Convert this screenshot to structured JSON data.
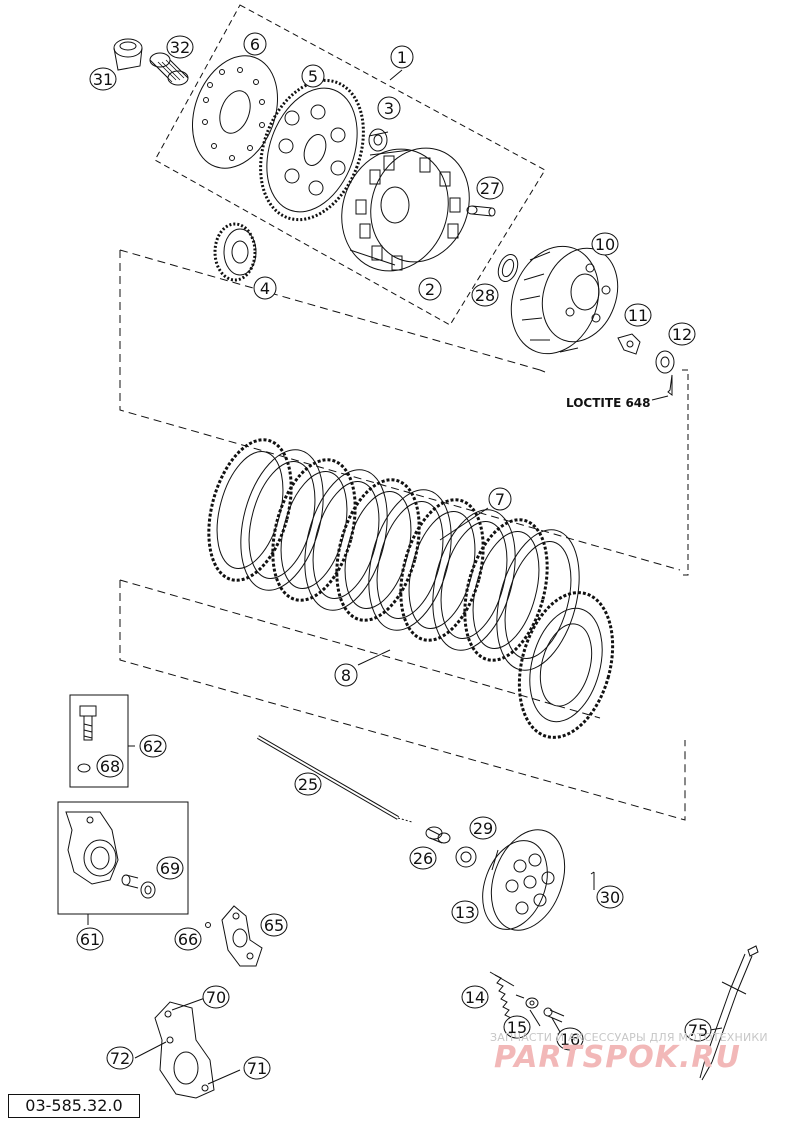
{
  "diagram": {
    "callouts": {
      "c1": "1",
      "c2": "2",
      "c3": "3",
      "c4": "4",
      "c5": "5",
      "c6": "6",
      "c7": "7",
      "c8": "8",
      "c10": "10",
      "c11": "11",
      "c12": "12",
      "c13": "13",
      "c14": "14",
      "c15": "15",
      "c16": "16",
      "c25": "25",
      "c26": "26",
      "c27": "27",
      "c28": "28",
      "c29": "29",
      "c30": "30",
      "c31": "31",
      "c32": "32",
      "c61": "61",
      "c62": "62",
      "c65": "65",
      "c66": "66",
      "c68": "68",
      "c69": "69",
      "c70": "70",
      "c71": "71",
      "c72": "72",
      "c75": "75"
    },
    "loctite_label": "LOCTITE 648",
    "reference_code": "03-585.32.0"
  },
  "watermark": {
    "caption": "ЗАПЧАСТИ И АКСЕССУАРЫ ДЛЯ МОТОТЕХНИКИ",
    "brand": "PARTSPOK.RU"
  },
  "colors": {
    "line": "#111111",
    "watermark_brand": "#f2b8b8",
    "watermark_caption": "#c7c7c7"
  }
}
